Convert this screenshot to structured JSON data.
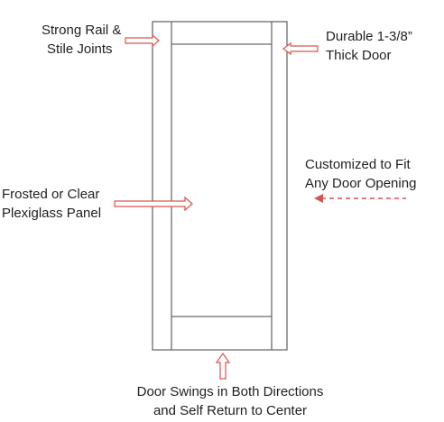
{
  "diagram": {
    "labels": {
      "rail_joints": {
        "line1": "Strong Rail &",
        "line2": "Stile Joints"
      },
      "thick_door": {
        "line1": "Durable 1-3/8”",
        "line2": "Thick Door"
      },
      "customized": {
        "line1": "Customized to Fit",
        "line2": "Any Door Opening"
      },
      "panel": {
        "line1": "Frosted or Clear",
        "line2": "Plexiglass Panel"
      },
      "swing": {
        "line1": "Door Swings in Both Directions",
        "line2": "and Self Return to Center"
      }
    },
    "colors": {
      "door_outline": "#6b6b6b",
      "arrow_outline": "#d9534f",
      "text": "#1f1f1f"
    }
  }
}
